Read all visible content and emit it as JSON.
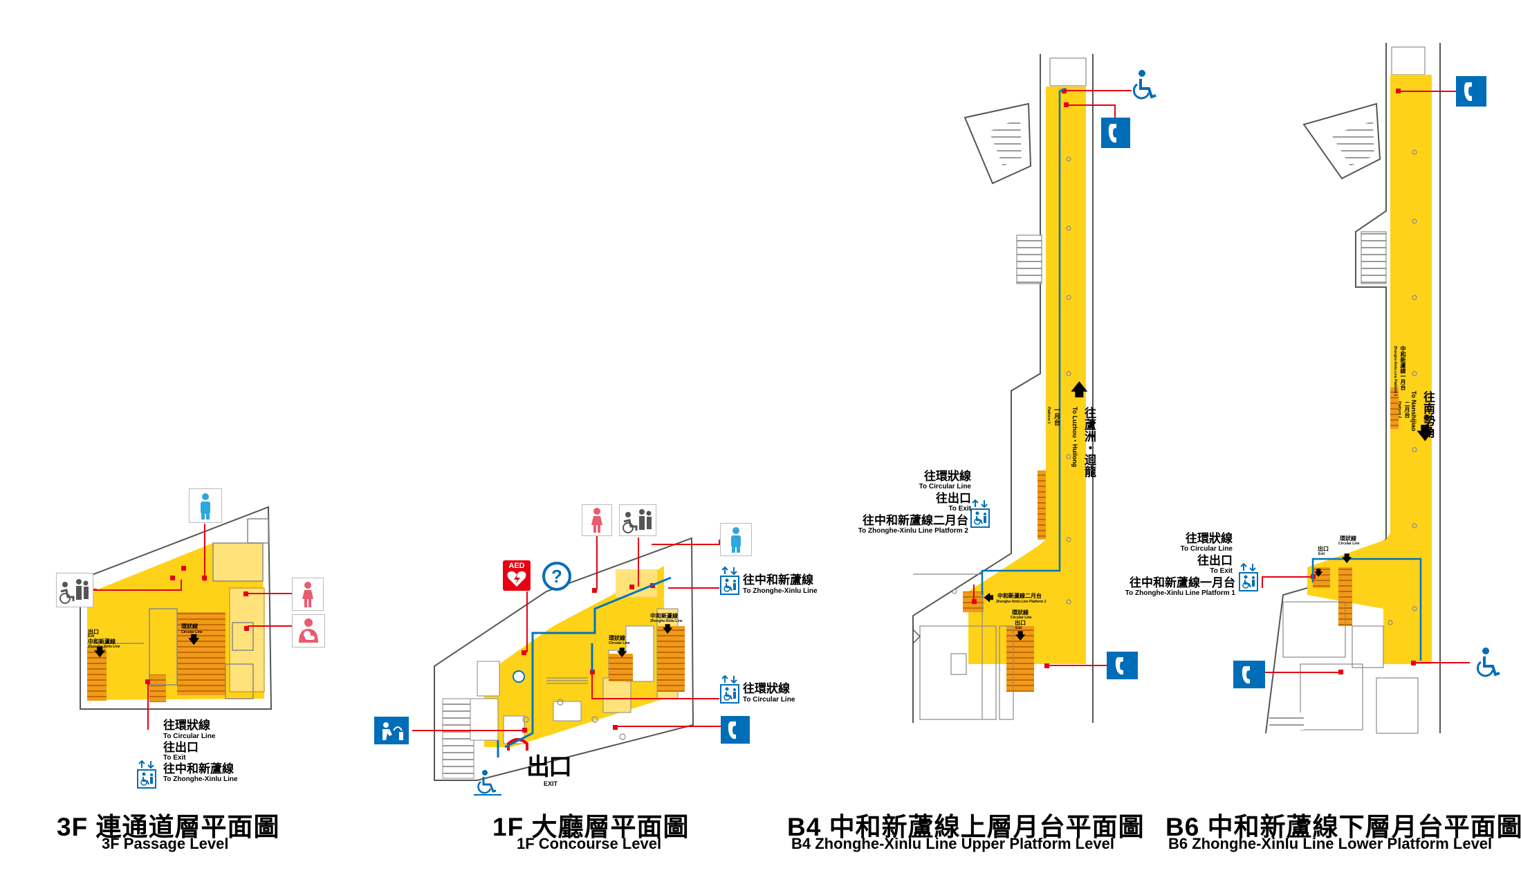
{
  "colors": {
    "floor": "#FFD21A",
    "floor_light": "#FFE27A",
    "escalator": "#F09A1A",
    "wall": "#666666",
    "red_line": "#E60012",
    "blue_line": "#0075B8",
    "sign_blue": "#006DB8",
    "toilet_blue": "#2DA7E0",
    "toilet_pink": "#E95C6E",
    "aed_red": "#E60012"
  },
  "icons": [
    "wheelchair-icon",
    "telephone-icon",
    "toilet-icon",
    "family-toilet-icon",
    "nursing-room-icon",
    "aed-icon",
    "information-icon",
    "drinking-water-icon",
    "elevator-icon",
    "down-arrow-icon",
    "up-arrow-icon",
    "left-arrow-icon",
    "exit-sign"
  ],
  "floors": {
    "3f": {
      "title_zh": "3F  連通道層平面圖",
      "title_en": "3F Passage Level",
      "labels": {
        "circular_zh": "往環狀線",
        "circular_en": "To Circular Line",
        "exit_zh": "往出口",
        "exit_en": "To Exit",
        "zx_zh": "往中和新蘆線",
        "zx_en": "To Zhonghe-Xinlu Line"
      },
      "tiny": {
        "circular": "環狀線",
        "circular_en": "Circular Line",
        "exit": "出口",
        "exit_en": "Exit",
        "zx": "中和新蘆線",
        "zx_en": "Zhonghe-Xinlu Line"
      }
    },
    "1f": {
      "title_zh": "1F  大廳層平面圖",
      "title_en": "1F Concourse Level",
      "labels": {
        "zx_zh": "往中和新蘆線",
        "zx_en": "To Zhonghe-Xinlu Line",
        "circular_zh": "往環狀線",
        "circular_en": "To Circular Line",
        "aed": "AED",
        "exit_zh": "出口",
        "exit_en": "EXIT"
      },
      "tiny": {
        "zx": "中和新蘆線",
        "zx_en": "Zhonghe-Xinlu Line",
        "circular": "環狀線",
        "circular_en": "Circular Line"
      }
    },
    "b4": {
      "title_zh": "B4  中和新蘆線上層月台平面圖",
      "title_en": "B4 Zhonghe-Xinlu Line Upper Platform Level",
      "labels": {
        "circular_zh": "往環狀線",
        "circular_en": "To Circular Line",
        "exit_zh": "往出口",
        "exit_en": "To Exit",
        "platform2_zh": "往中和新蘆線二月台",
        "platform2_en": "To Zhonghe-Xinlu Line Platform 2",
        "direction_zh": "往蘆洲・迴龍",
        "direction_en": "To Luzhou・Huilong"
      },
      "tiny": {
        "platform2": "中和新蘆線二月台",
        "platform2_en": "Zhonghe-Xinlu Line Platform 2",
        "circular": "環狀線",
        "circular_en": "Circular Line",
        "exit": "出口",
        "exit_en": "Exit",
        "platform1": "一月台",
        "platform1_en": "Platform 1"
      }
    },
    "b6": {
      "title_zh": "B6  中和新蘆線下層月台平面圖",
      "title_en": "B6 Zhonghe-Xinlu Line Lower Platform Level",
      "labels": {
        "circular_zh": "往環狀線",
        "circular_en": "To Circular Line",
        "exit_zh": "往出口",
        "exit_en": "To Exit",
        "platform1_zh": "往中和新蘆線一月台",
        "platform1_en": "To Zhonghe-Xinlu Line Platform 1",
        "direction_zh": "往南勢角",
        "direction_en": "To Nanshijiao"
      },
      "tiny": {
        "zx_p1": "中和新蘆線一月台",
        "zx_p1_en": "Zhonghe-Xinlu Line Platform 1",
        "platform2": "二月台",
        "platform2_en": "Platform 2",
        "circular": "環狀線",
        "circular_en": "Circular Line",
        "exit": "出口",
        "exit_en": "Exit"
      }
    }
  }
}
